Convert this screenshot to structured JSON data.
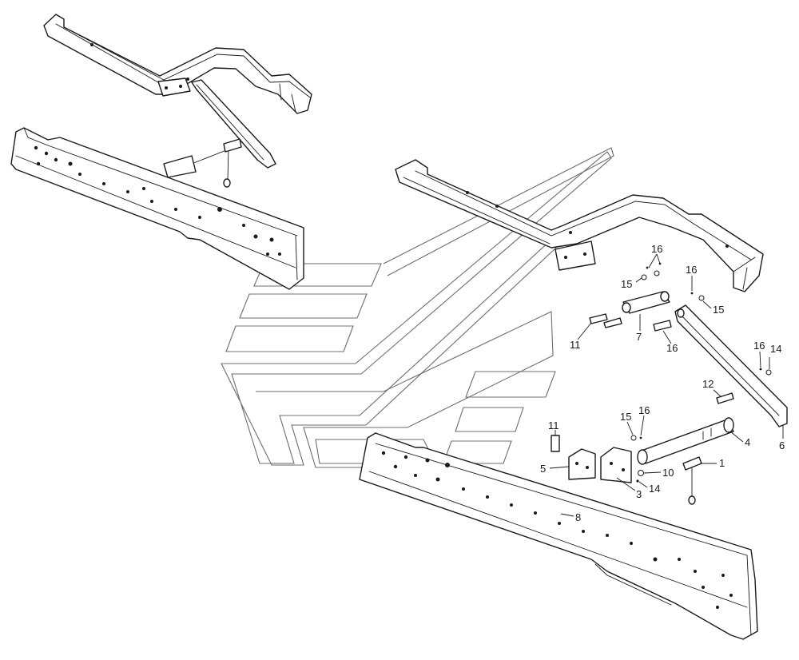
{
  "diagram": {
    "title": "",
    "callouts": [
      {
        "id": "c-1",
        "label": "1"
      },
      {
        "id": "c-3",
        "label": "3"
      },
      {
        "id": "c-4",
        "label": "4"
      },
      {
        "id": "c-5",
        "label": "5"
      },
      {
        "id": "c-6",
        "label": "6"
      },
      {
        "id": "c-7",
        "label": "7"
      },
      {
        "id": "c-8",
        "label": "8"
      },
      {
        "id": "c-10",
        "label": "10"
      },
      {
        "id": "c-11a",
        "label": "11"
      },
      {
        "id": "c-11b",
        "label": "11"
      },
      {
        "id": "c-12",
        "label": "12"
      },
      {
        "id": "c-14a",
        "label": "14"
      },
      {
        "id": "c-14b",
        "label": "14"
      },
      {
        "id": "c-15a",
        "label": "15"
      },
      {
        "id": "c-15b",
        "label": "15"
      },
      {
        "id": "c-15c",
        "label": "15"
      },
      {
        "id": "c-16a",
        "label": "16"
      },
      {
        "id": "c-16b",
        "label": "16"
      },
      {
        "id": "c-16c",
        "label": "16"
      },
      {
        "id": "c-16d",
        "label": "16"
      },
      {
        "id": "c-16e",
        "label": "16"
      }
    ],
    "colors": {
      "line": "#1a1a1a",
      "watermark": "#6d6d6d",
      "background": "#ffffff"
    }
  }
}
